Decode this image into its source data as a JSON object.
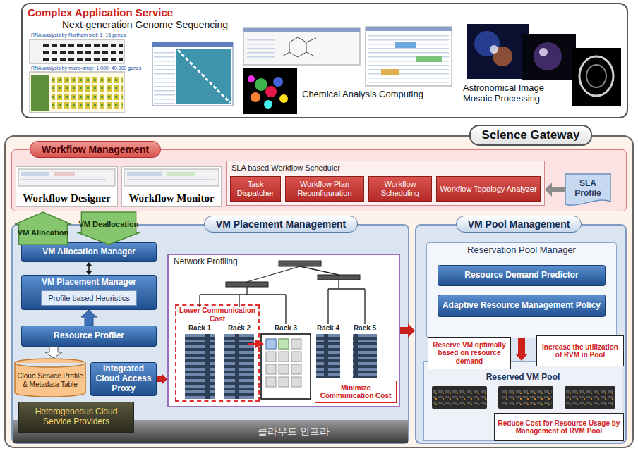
{
  "diagram": {
    "nodes": [
      {
        "text": [
          "Complex Application Service"
        ]
      },
      {
        "text": [
          "Science Gateway"
        ]
      },
      {
        "text": [
          "Workflow Management"
        ],
        "in": 1
      },
      {
        "text": [
          "Workflow Designer"
        ],
        "in": 2
      },
      {
        "text": [
          "Workflow Monitor"
        ],
        "in": 2
      },
      {
        "text": [
          "SLA based Workflow Scheduler"
        ],
        "in": 2
      },
      {
        "text": [
          "Task Dispatcher"
        ],
        "in": 5
      },
      {
        "text": [
          "Workflow Plan Reconfiguration"
        ],
        "in": 5
      },
      {
        "text": [
          "Workflow Scheduling"
        ],
        "in": 5
      },
      {
        "text": [
          "Workflow Topology Analyzer"
        ],
        "in": 5
      },
      {
        "text": [
          "SLA Profile"
        ],
        "in": 2
      },
      {
        "text": [
          "VM Allocation"
        ],
        "in": 1
      },
      {
        "text": [
          "VM Deallocation"
        ],
        "in": 1
      },
      {
        "text": [
          "VM Placement Management"
        ],
        "in": 1
      },
      {
        "text": [
          "VM Allocation Manager"
        ],
        "in": 13
      },
      {
        "text": [
          "VM Placement Manager"
        ],
        "in": 13
      },
      {
        "text": [
          "Profile based Heuristics"
        ],
        "in": 15
      },
      {
        "text": [
          "Resource Profiler"
        ],
        "in": 13
      },
      {
        "text": [
          "Cloud Service Profile & Metadata Table"
        ],
        "in": 13
      },
      {
        "text": [
          "Integrated Cloud Access Proxy"
        ],
        "in": 13
      },
      {
        "text": [
          "Network Profiling"
        ],
        "in": 13
      },
      {
        "text": [
          "Lower Communication Cost"
        ],
        "in": 20
      },
      {
        "text": [
          "Minimize Communication Cost"
        ],
        "in": 20
      },
      {
        "text": [
          "Heterogeneous Cloud Service Providers"
        ],
        "in": 13
      },
      {
        "text": [
          "클라우드 인프라"
        ],
        "in": 13
      },
      {
        "text": [
          "VM Pool Management"
        ],
        "in": 1
      },
      {
        "text": [
          "Reservation Pool Manager"
        ],
        "in": 25
      },
      {
        "text": [
          "Resource Demand Predictor"
        ],
        "in": 26
      },
      {
        "text": [
          "Adaptive Resource Management Policy"
        ],
        "in": 26
      },
      {
        "text": [
          "Reserve VM optimally based on resource demand"
        ],
        "in": 25
      },
      {
        "text": [
          "Increase the utilization of RVM in Pool"
        ],
        "in": 25
      },
      {
        "text": [
          "Reserved VM Pool"
        ],
        "in": 25
      },
      {
        "text": [
          "Reduce Cost for Resource Usage by Management of RVM Pool"
        ],
        "in": 25
      }
    ],
    "edges": [
      {
        "from": 14,
        "to": 15,
        "arrow": "both"
      },
      {
        "from": 17,
        "to": 15,
        "arrow": "to"
      },
      {
        "from": 17,
        "to": 18,
        "arrow": "to"
      },
      {
        "from": 19,
        "to": 20,
        "arrow": "to"
      },
      {
        "from": 20,
        "to": 25,
        "arrow": "to"
      },
      {
        "from": 10,
        "to": 5,
        "arrow": "to"
      },
      {
        "from": 26,
        "to": 31,
        "arrow": "to"
      }
    ],
    "labels": [
      "Next-generation Genome Sequencing",
      "RNA analysis by Northern blot: 1~15 genes",
      "RNA analysis by micro-array: 1,000~40,000 genes",
      "Chemical Analysis Computing",
      "Astronomical Image Mosaic Processing",
      "Rack 1",
      "Rack 2",
      "Rack 3",
      "Rack 4",
      "Rack 5"
    ]
  }
}
